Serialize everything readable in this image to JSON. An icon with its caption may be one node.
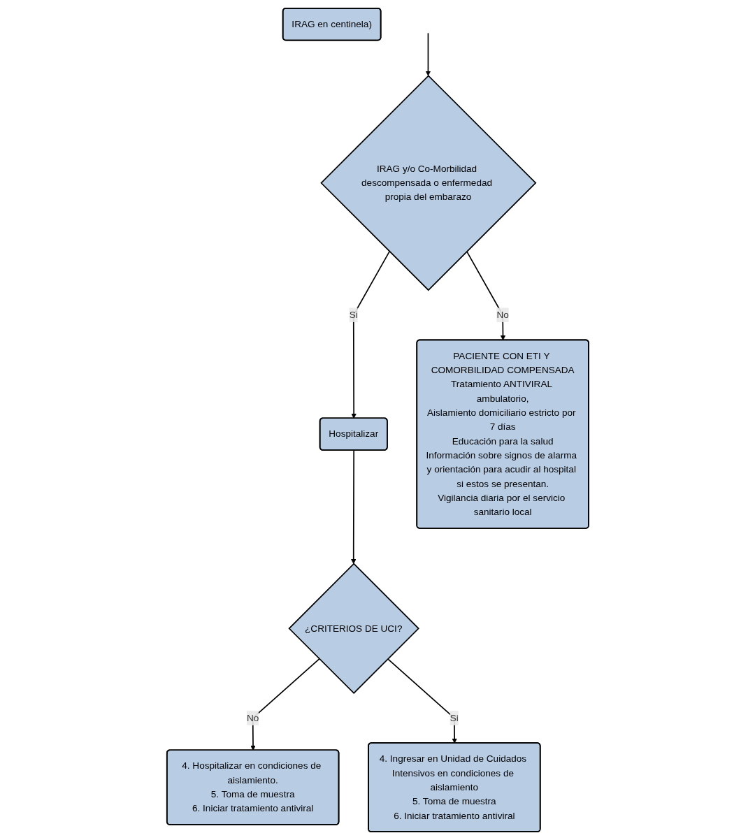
{
  "diagram": {
    "nodes": [
      {
        "text": [
          "IRAG en centinela)"
        ]
      },
      {
        "text": [
          "IRAG y/o Co-Morbilidad descompensada o enfermedad propia del embarazo"
        ]
      },
      {
        "text": [
          "Hospitalizar"
        ]
      },
      {
        "text": [
          "PACIENTE CON ETI Y COMORBILIDAD COMPENSADA",
          "Tratamiento ANTIVIRAL ambulatorio,",
          "Aislamiento domiciliario estricto por 7 días",
          "Educación para la salud",
          "Información sobre signos de alarma y orientación para acudir al hospital si estos se presentan.",
          "Vigilancia diaria por el servicio sanitario local"
        ]
      },
      {
        "text": [
          "¿CRITERIOS DE UCI?"
        ]
      },
      {
        "text": [
          "4. Ingresar en Unidad de Cuidados Intensivos en condiciones de aislamiento",
          "5. Toma de muestra",
          "6. Iniciar tratamiento antiviral"
        ]
      },
      {
        "text": [
          "4. Hospitalizar en condiciones de aislamiento.",
          "5. Toma de muestra",
          "6. Iniciar tratamiento antiviral"
        ]
      }
    ],
    "edges": [
      {
        "from": null,
        "to": 1,
        "arrow": "to"
      },
      {
        "from": 1,
        "to": 3,
        "label": "No",
        "arrow": "to"
      },
      {
        "from": 1,
        "to": 2,
        "label": "Si",
        "arrow": "to"
      },
      {
        "from": 2,
        "to": 4,
        "arrow": "to"
      },
      {
        "from": 4,
        "to": 6,
        "label": "No",
        "arrow": "to"
      },
      {
        "from": 4,
        "to": 5,
        "label": "Si",
        "arrow": "to"
      }
    ]
  }
}
